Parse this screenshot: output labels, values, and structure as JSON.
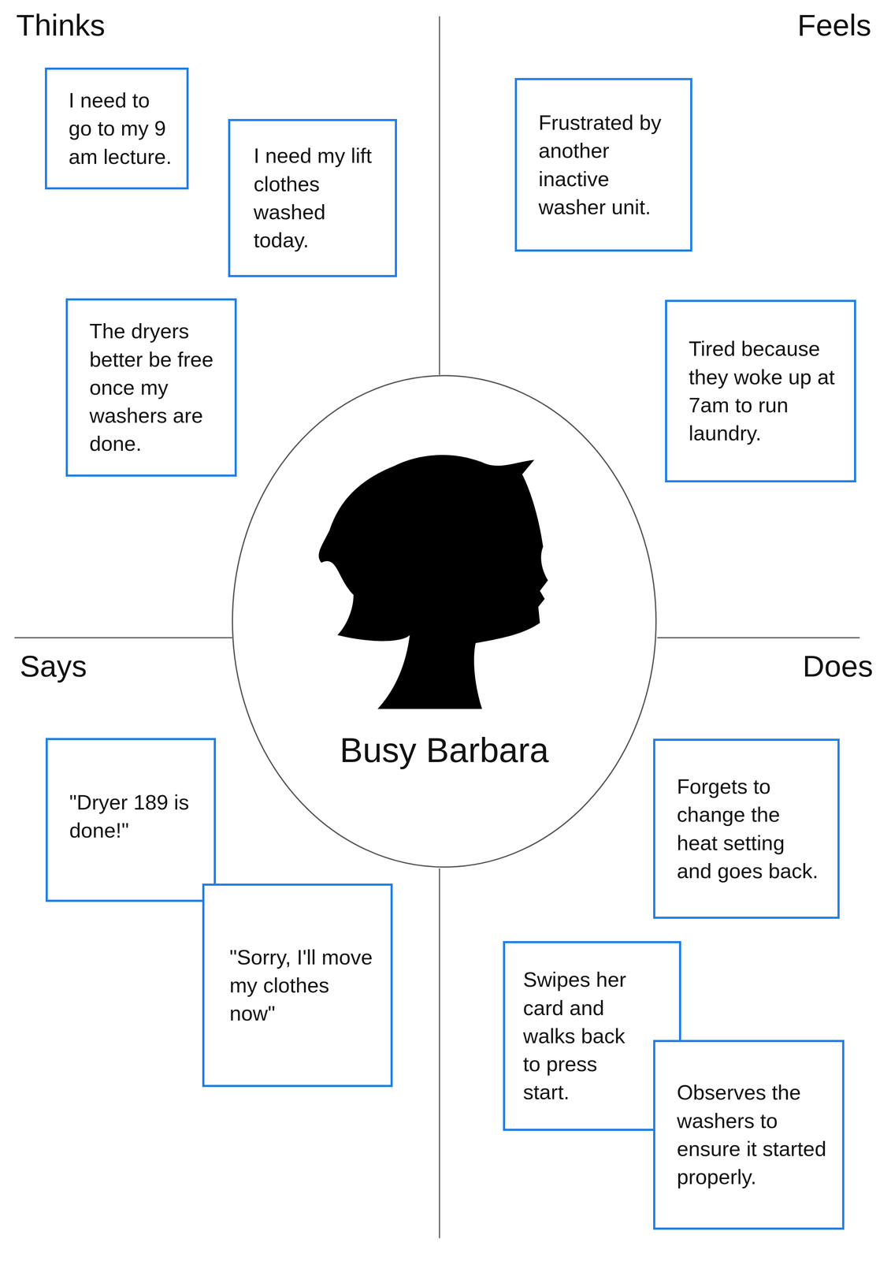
{
  "diagram": {
    "nodes": [
      {
        "text": [
          "I need to go to my 9 am lecture."
        ]
      },
      {
        "text": [
          "I need my lift clothes washed today."
        ]
      },
      {
        "text": [
          "The dryers better be free once my washers are done."
        ]
      },
      {
        "text": [
          "Frustrated by another inactive washer unit."
        ]
      },
      {
        "text": [
          "Tired because they woke up at 7am to run laundry."
        ]
      },
      {
        "text": [
          "Busy Barbara"
        ]
      },
      {
        "text": [
          "\"Dryer 189 is done!\""
        ]
      },
      {
        "text": [
          "\"Sorry, I'll move my clothes now\""
        ]
      },
      {
        "text": [
          "Forgets to change the heat setting and goes back."
        ]
      },
      {
        "text": [
          "Swipes her card and walks back to press start."
        ]
      },
      {
        "text": [
          "Observes the washers to ensure it started properly."
        ]
      }
    ],
    "labels": [
      "Thinks",
      "Feels",
      "Says",
      "Does"
    ]
  }
}
